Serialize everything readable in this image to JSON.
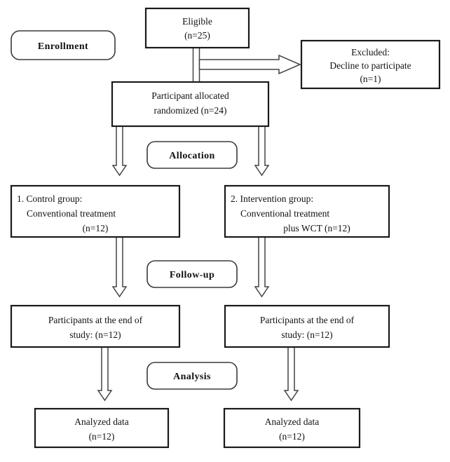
{
  "diagram": {
    "title": "CONSORT participant flow diagram",
    "type": "flowchart",
    "colors": {
      "background": "#ffffff",
      "box_border": "#1a1a1a",
      "stage_border": "#3a3a3a",
      "arrow_stroke": "#444444",
      "text": "#111111"
    },
    "stages": [
      {
        "id": "enrollment",
        "label": "Enrollment"
      },
      {
        "id": "allocation",
        "label": "Allocation"
      },
      {
        "id": "followup",
        "label": "Follow-up"
      },
      {
        "id": "analysis",
        "label": "Analysis"
      }
    ],
    "nodes": {
      "eligible": {
        "name": "eligible-box",
        "lines": [
          "Eligible",
          "(n=25)"
        ],
        "count": 25
      },
      "excluded": {
        "name": "excluded-box",
        "lines": [
          "Excluded:",
          "Decline to participate",
          "(n=1)"
        ],
        "count": 1
      },
      "allocated": {
        "name": "allocated-box",
        "lines": [
          "Participant allocated",
          "randomized (n=24)"
        ],
        "count": 24
      },
      "control_group": {
        "name": "control-group-box",
        "lines": [
          "1. Control group:",
          "Conventional treatment",
          "(n=12)"
        ],
        "count": 12
      },
      "intervention_group": {
        "name": "intervention-group-box",
        "lines": [
          "2. Intervention group:",
          "Conventional treatment",
          "plus WCT (n=12)"
        ],
        "count": 12
      },
      "followup_left": {
        "name": "followup-left-box",
        "lines": [
          "Participants at the end of",
          "study: (n=12)"
        ],
        "count": 12
      },
      "followup_right": {
        "name": "followup-right-box",
        "lines": [
          "Participants at the end of",
          "study: (n=12)"
        ],
        "count": 12
      },
      "analyzed_left": {
        "name": "analyzed-left-box",
        "lines": [
          "Analyzed data",
          "(n=12)"
        ],
        "count": 12
      },
      "analyzed_right": {
        "name": "analyzed-right-box",
        "lines": [
          "Analyzed data",
          "(n=12)"
        ],
        "count": 12
      }
    },
    "connectors": [
      {
        "id": "eligible-to-allocated",
        "from": "eligible",
        "to": "allocated",
        "style": "hollow-block-arrow",
        "direction": "down"
      },
      {
        "id": "eligible-to-excluded",
        "from": "eligible",
        "to": "excluded",
        "style": "hollow-block-arrow",
        "direction": "right"
      },
      {
        "id": "allocated-to-control",
        "from": "allocated",
        "to": "control_group",
        "style": "hollow-block-arrow",
        "direction": "down"
      },
      {
        "id": "allocated-to-intervention",
        "from": "allocated",
        "to": "intervention_group",
        "style": "hollow-block-arrow",
        "direction": "down"
      },
      {
        "id": "control-to-followup-left",
        "from": "control_group",
        "to": "followup_left",
        "style": "hollow-block-arrow",
        "direction": "down"
      },
      {
        "id": "intervention-to-followup-right",
        "from": "intervention_group",
        "to": "followup_right",
        "style": "hollow-block-arrow",
        "direction": "down"
      },
      {
        "id": "followup-left-to-analyzed-left",
        "from": "followup_left",
        "to": "analyzed_left",
        "style": "hollow-block-arrow",
        "direction": "down"
      },
      {
        "id": "followup-right-to-analyzed-right",
        "from": "followup_right",
        "to": "analyzed_right",
        "style": "hollow-block-arrow",
        "direction": "down"
      }
    ]
  }
}
